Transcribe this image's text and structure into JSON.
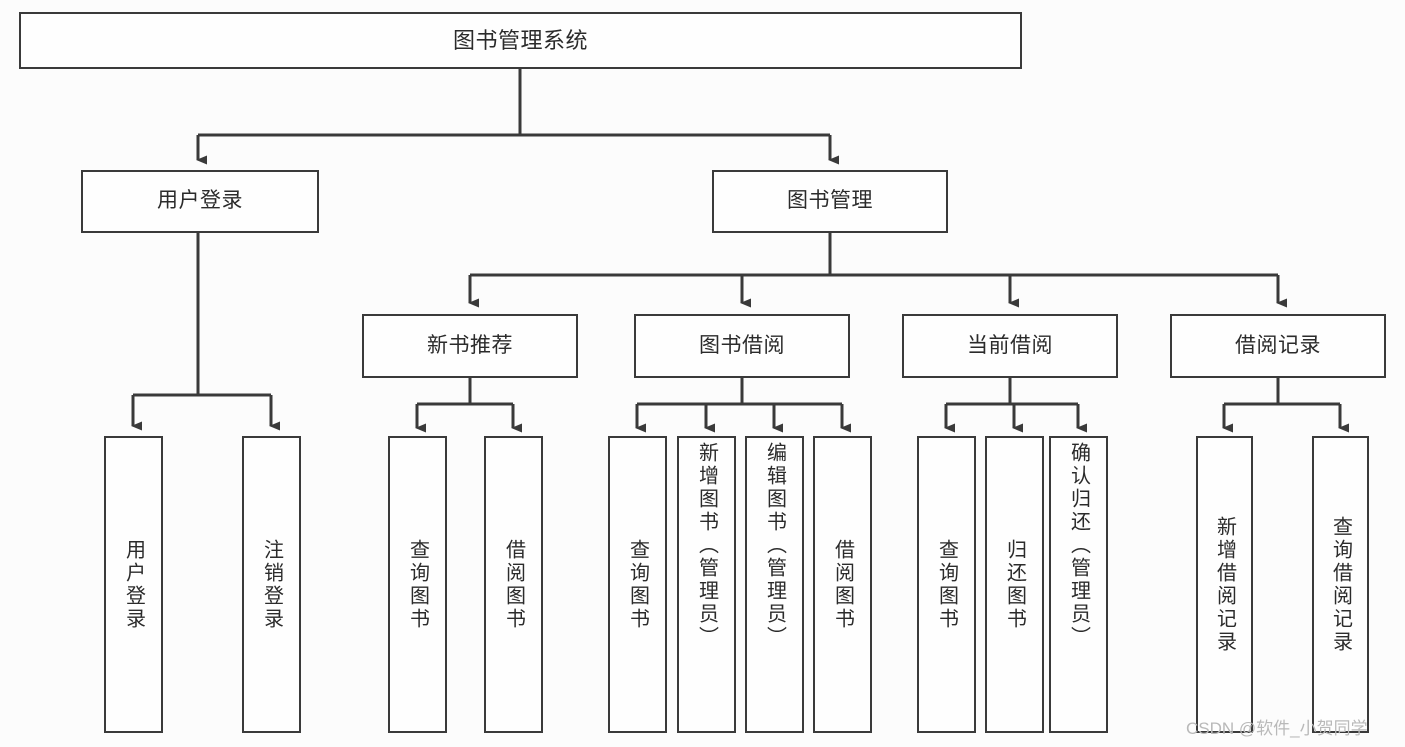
{
  "diagram": {
    "title": "图书管理系统",
    "type": "hierarchy-tree",
    "colors": {
      "background": "#fcfcfc",
      "node_fill": "#fefefe",
      "node_stroke": "#3a3a3a",
      "text": "#2b2b2b",
      "watermark": "#b9b9b9"
    },
    "levels": {
      "root": {
        "label": "图书管理系统"
      },
      "level1": [
        {
          "label": "用户登录"
        },
        {
          "label": "图书管理"
        }
      ],
      "level2": [
        {
          "label": "新书推荐"
        },
        {
          "label": "图书借阅"
        },
        {
          "label": "当前借阅"
        },
        {
          "label": "借阅记录"
        }
      ],
      "leaves": {
        "user_login": [
          {
            "label": "用户登录"
          },
          {
            "label": "注销登录"
          }
        ],
        "new_book_recommend": [
          {
            "label": "查询图书"
          },
          {
            "label": "借阅图书"
          }
        ],
        "book_borrow": [
          {
            "label": "查询图书"
          },
          {
            "label": "新增图书（管理员）"
          },
          {
            "label": "编辑图书（管理员）"
          },
          {
            "label": "借阅图书"
          }
        ],
        "current_borrow": [
          {
            "label": "查询图书"
          },
          {
            "label": "归还图书"
          },
          {
            "label": "确认归还（管理员）"
          }
        ],
        "borrow_record": [
          {
            "label": "新增借阅记录"
          },
          {
            "label": "查询借阅记录"
          }
        ]
      }
    },
    "watermark": "CSDN @软件_小贺同学"
  }
}
